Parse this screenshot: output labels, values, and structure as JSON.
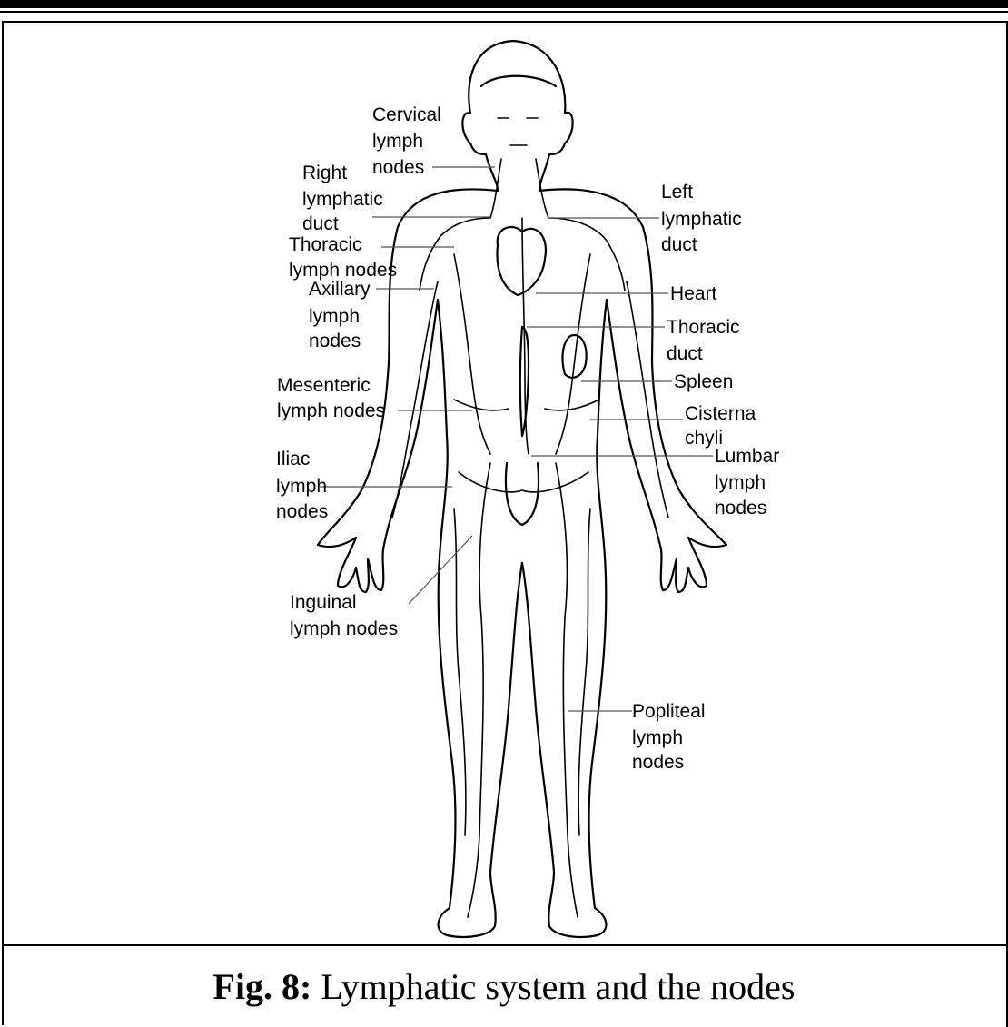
{
  "caption": {
    "figure_number": "Fig. 8:",
    "text": "Lymphatic system and the nodes"
  },
  "labels": {
    "cervical": [
      "Cervical",
      "lymph",
      "nodes"
    ],
    "right_lymphatic_duct": [
      "Right",
      "lymphatic",
      "duct"
    ],
    "thoracic_nodes": [
      "Thoracic",
      "lymph nodes"
    ],
    "axillary": [
      "Axillary",
      "lymph",
      "nodes"
    ],
    "mesenteric": [
      "Mesenteric",
      "lymph nodes"
    ],
    "iliac": [
      "Iliac",
      "lymph",
      "nodes"
    ],
    "inguinal": [
      "Inguinal",
      "lymph nodes"
    ],
    "left_lymphatic_duct": [
      "Left",
      "lymphatic",
      "duct"
    ],
    "heart": [
      "Heart"
    ],
    "thoracic_duct": [
      "Thoracic",
      "duct"
    ],
    "spleen": [
      "Spleen"
    ],
    "cisterna_chyli": [
      "Cisterna",
      "chyli"
    ],
    "lumbar": [
      "Lumbar",
      "lymph",
      "nodes"
    ],
    "popliteal": [
      "Popliteal",
      "lymph",
      "nodes"
    ]
  }
}
